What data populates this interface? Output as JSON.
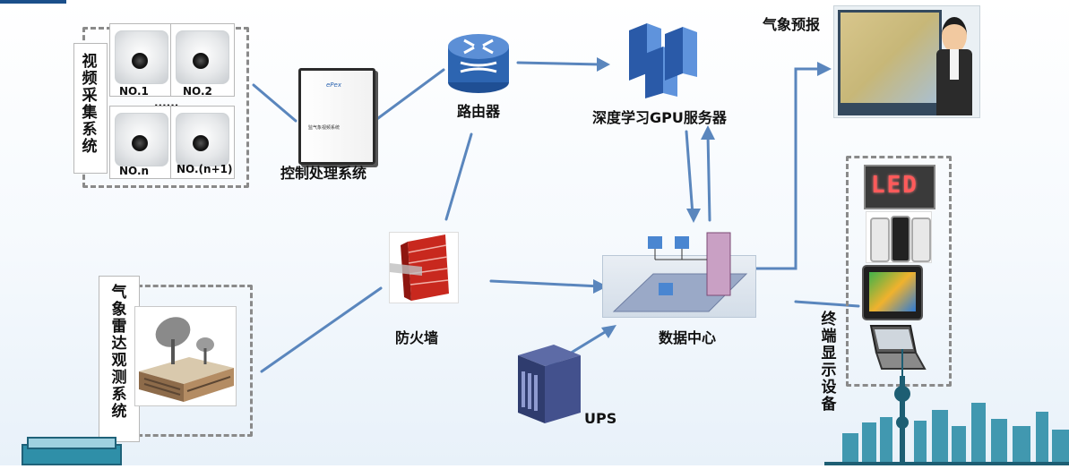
{
  "nodes": {
    "video_system": "视频采集系统",
    "cam1": "NO.1",
    "cam2": "NO.2",
    "camn": "NO.n",
    "camn1": "NO.(n+1)",
    "ellipsis": "......",
    "control": "控制处理系统",
    "control_device_brand": "ePex",
    "control_device_label": "监气象视频系统",
    "router": "路由器",
    "gpu_server": "深度学习GPU服务器",
    "weather_forecast": "气象预报",
    "firewall": "防火墙",
    "data_center": "数据中心",
    "ups": "UPS",
    "radar_system": "气象雷达观测系统",
    "terminal_display": "终端显示设备",
    "led_text": "LED"
  },
  "colors": {
    "connector": "#5a86bd",
    "dashed_border": "#8a8a8a",
    "router_blue": "#2d65b1",
    "firewall_red": "#c8281e",
    "server_blue": "#3c74c8",
    "ups_navy": "#2f3c6e",
    "led_red": "#ff5a5a",
    "city_teal": "#2f8fa8"
  }
}
